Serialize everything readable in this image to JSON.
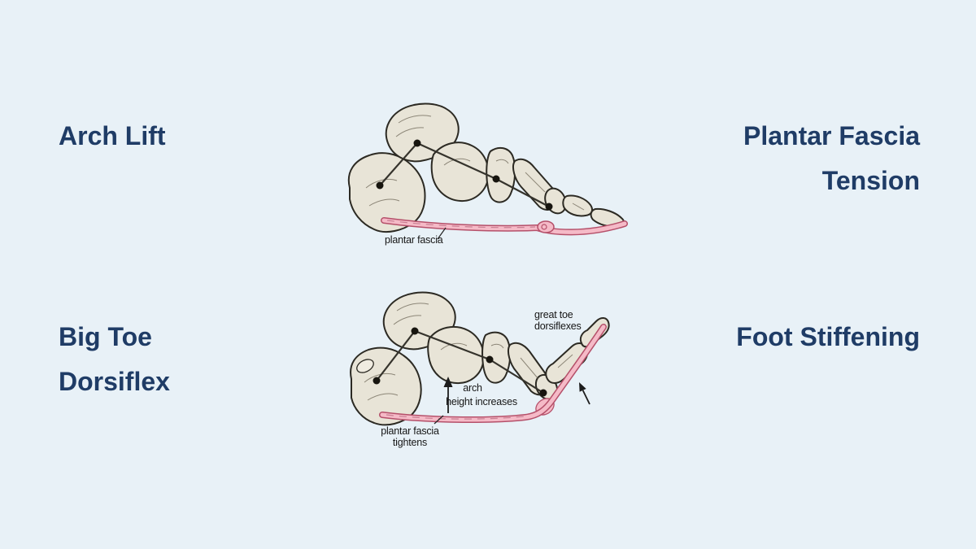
{
  "colors": {
    "background": "#e8f1f7",
    "heading_text": "#1f3c66",
    "bone_fill": "#e8e4d7",
    "bone_outline": "#2c2a23",
    "fascia_fill": "#f5bac7",
    "fascia_outline": "#b5506a",
    "annotation_text": "#161616"
  },
  "headings": {
    "arch_lift": "Arch Lift",
    "plantar_fascia_tension": [
      "Plantar Fascia",
      "Tension"
    ],
    "big_toe_dorsiflex": [
      "Big Toe",
      "Dorsiflex"
    ],
    "foot_stiffening": "Foot Stiffening"
  },
  "figures": {
    "top": {
      "description": "foot skeleton, neutral position, plantar fascia flat under arch",
      "plantar_fascia_label": "plantar fascia"
    },
    "bottom": {
      "description": "foot skeleton, great toe dorsiflexed, plantar fascia wrapped and tight, arch raised",
      "great_toe_label": [
        "great toe",
        "dorsiflexes"
      ],
      "arch_label": [
        "arch",
        "height increases"
      ],
      "fascia_label": [
        "plantar fascia",
        "tightens"
      ]
    }
  }
}
